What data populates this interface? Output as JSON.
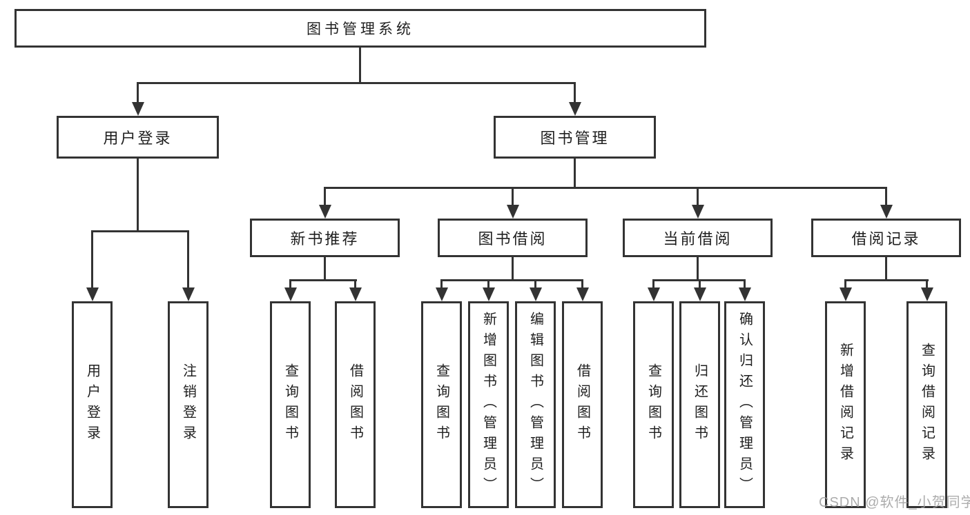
{
  "tree": {
    "label": "图书管理系统",
    "children": [
      {
        "label": "用户登录",
        "children": [
          {
            "label": "用户登录"
          },
          {
            "label": "注销登录"
          }
        ]
      },
      {
        "label": "图书管理",
        "children": [
          {
            "label": "新书推荐",
            "children": [
              {
                "label": "查询图书"
              },
              {
                "label": "借阅图书"
              }
            ]
          },
          {
            "label": "图书借阅",
            "children": [
              {
                "label": "查询图书"
              },
              {
                "label": "新增图书（管理员）"
              },
              {
                "label": "编辑图书（管理员）"
              },
              {
                "label": "借阅图书"
              }
            ]
          },
          {
            "label": "当前借阅",
            "children": [
              {
                "label": "查询图书"
              },
              {
                "label": "归还图书"
              },
              {
                "label": "确认归还（管理员）"
              }
            ]
          },
          {
            "label": "借阅记录",
            "children": [
              {
                "label": "新增借阅记录"
              },
              {
                "label": "查询借阅记录"
              }
            ]
          }
        ]
      }
    ]
  },
  "watermark": {
    "text": "CSDN @软件_小贺同学"
  },
  "colors": {
    "line": "#333333",
    "text": "#1f1f1f",
    "watermark": "#9e9e9e",
    "background": "#ffffff"
  }
}
